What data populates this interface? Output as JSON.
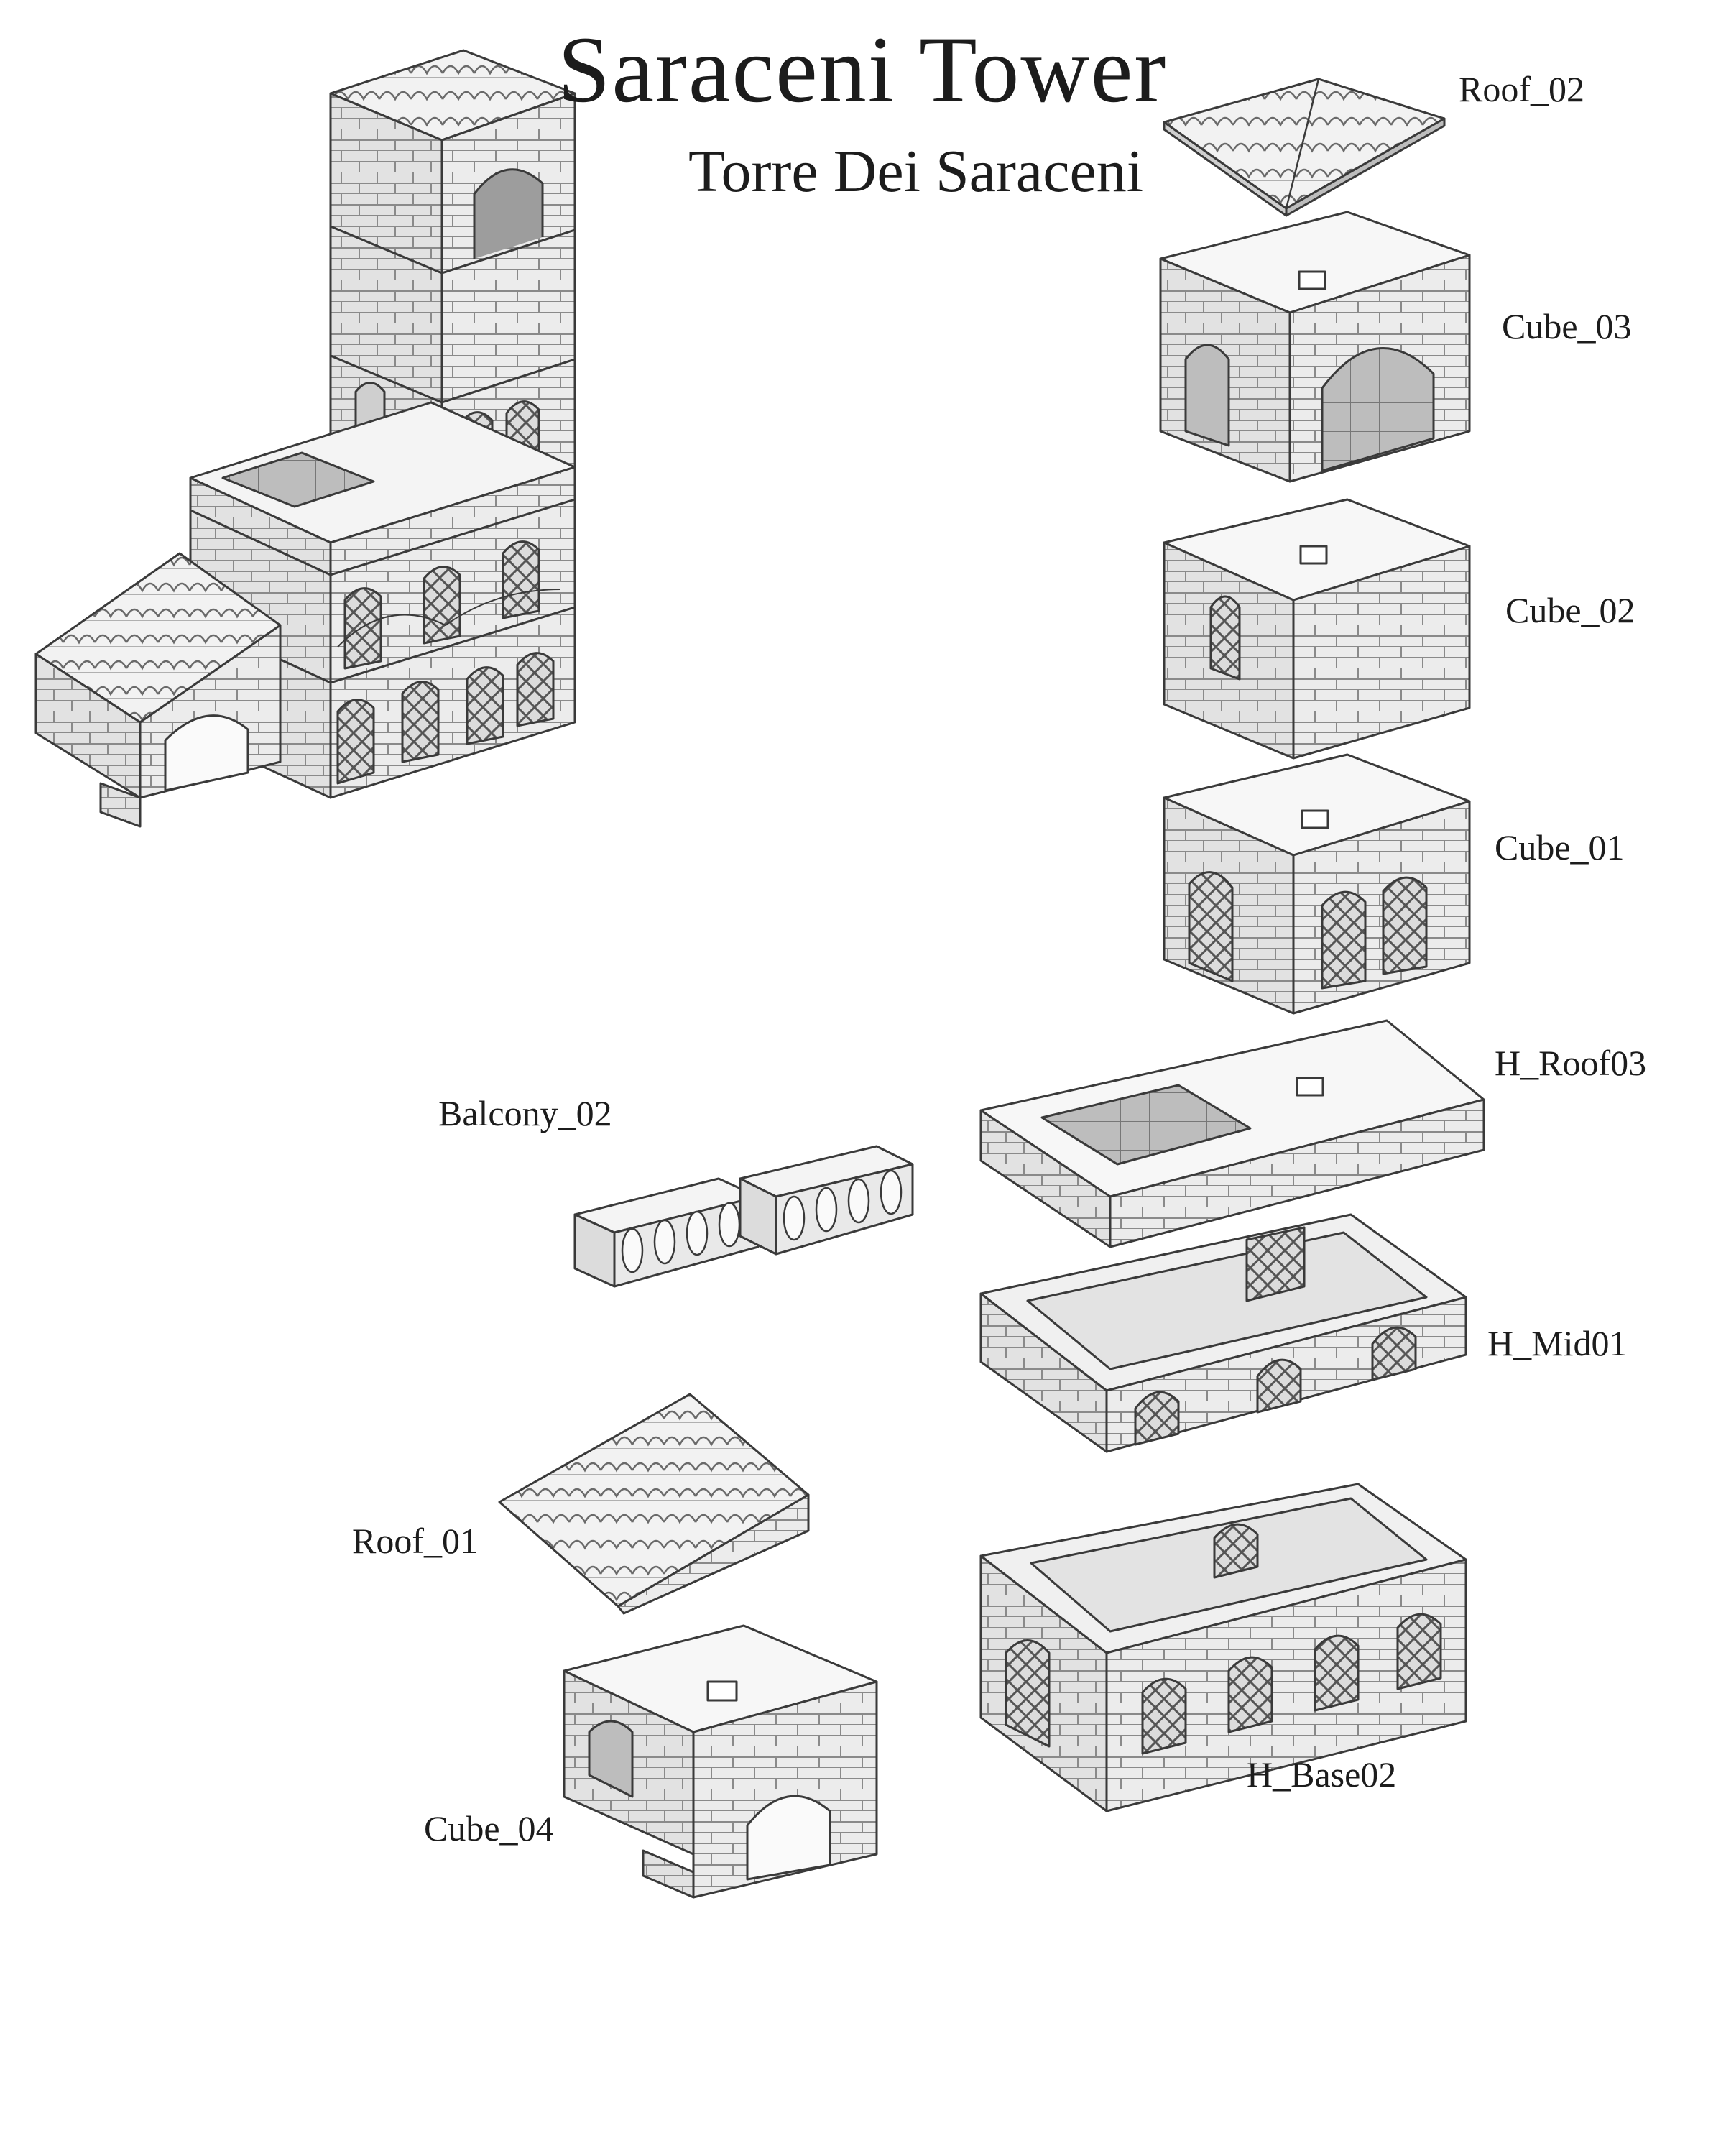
{
  "heading": {
    "title": "Saraceni Tower",
    "subtitle": "Torre Dei Saraceni"
  },
  "parts": [
    {
      "id": "roof_02",
      "label": "Roof_02"
    },
    {
      "id": "cube_03",
      "label": "Cube_03"
    },
    {
      "id": "cube_02",
      "label": "Cube_02"
    },
    {
      "id": "cube_01",
      "label": "Cube_01"
    },
    {
      "id": "h_roof03",
      "label": "H_Roof03"
    },
    {
      "id": "balcony_02",
      "label": "Balcony_02"
    },
    {
      "id": "h_mid01",
      "label": "H_Mid01"
    },
    {
      "id": "roof_01",
      "label": "Roof_01"
    },
    {
      "id": "h_base02",
      "label": "H_Base02"
    },
    {
      "id": "cube_04",
      "label": "Cube_04"
    }
  ],
  "colors": {
    "line": "#3a3a3a",
    "wall": "#ececec",
    "top": "#f7f7f7",
    "shadow": "#d0d0d0",
    "text": "#1c1c1c"
  }
}
